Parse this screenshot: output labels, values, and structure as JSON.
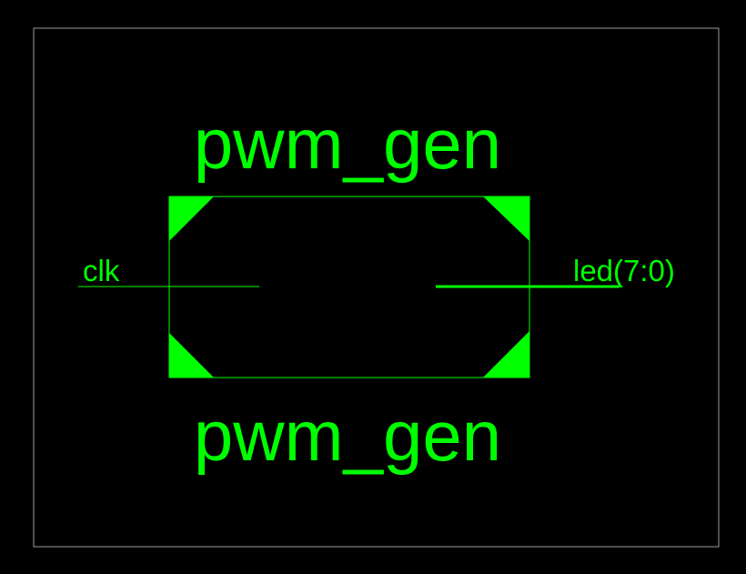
{
  "diagram": {
    "instance_name": "pwm_gen",
    "module_name": "pwm_gen",
    "ports": {
      "input": "clk",
      "output": "led(7:0)"
    },
    "colors": {
      "background": "#000000",
      "foreground": "#00ff00",
      "frame": "#9a9a9a"
    }
  }
}
